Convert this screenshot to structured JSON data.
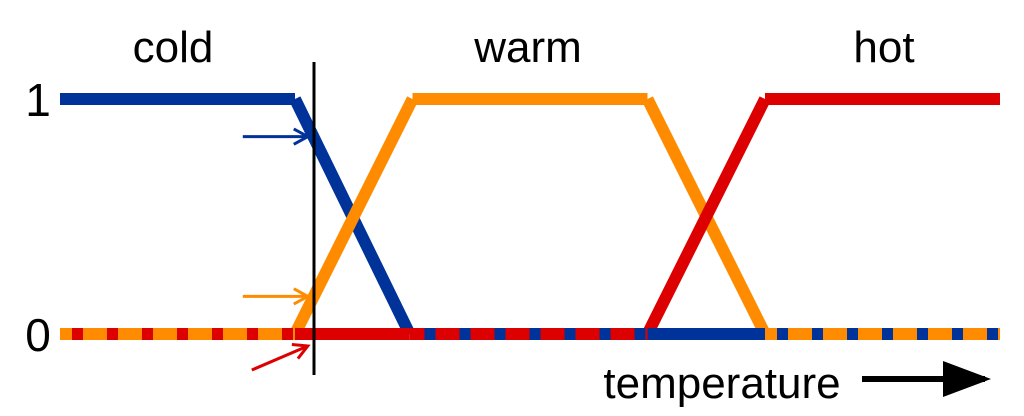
{
  "chart_data": {
    "type": "line",
    "title": "",
    "xlabel": "temperature",
    "ylabel": "",
    "x_range": [
      0,
      100
    ],
    "ylim": [
      0,
      1
    ],
    "yticks": [
      "0",
      "1"
    ],
    "series": [
      {
        "name": "cold",
        "color": "#003399",
        "points": [
          [
            0,
            1
          ],
          [
            25,
            1
          ],
          [
            37.2,
            0
          ],
          [
            100,
            0
          ]
        ]
      },
      {
        "name": "warm",
        "color": "#ff8c00",
        "points": [
          [
            0,
            0
          ],
          [
            25,
            0
          ],
          [
            37.5,
            1
          ],
          [
            62.5,
            1
          ],
          [
            75,
            0
          ],
          [
            100,
            0
          ]
        ]
      },
      {
        "name": "hot",
        "color": "#dd0000",
        "points": [
          [
            0,
            0
          ],
          [
            62.5,
            0
          ],
          [
            75,
            1
          ],
          [
            100,
            1
          ]
        ]
      }
    ],
    "input_temperature": 27,
    "memberships": [
      {
        "name": "cold",
        "value": 0.84
      },
      {
        "name": "warm",
        "value": 0.16
      },
      {
        "name": "hot",
        "value": 0
      }
    ]
  }
}
